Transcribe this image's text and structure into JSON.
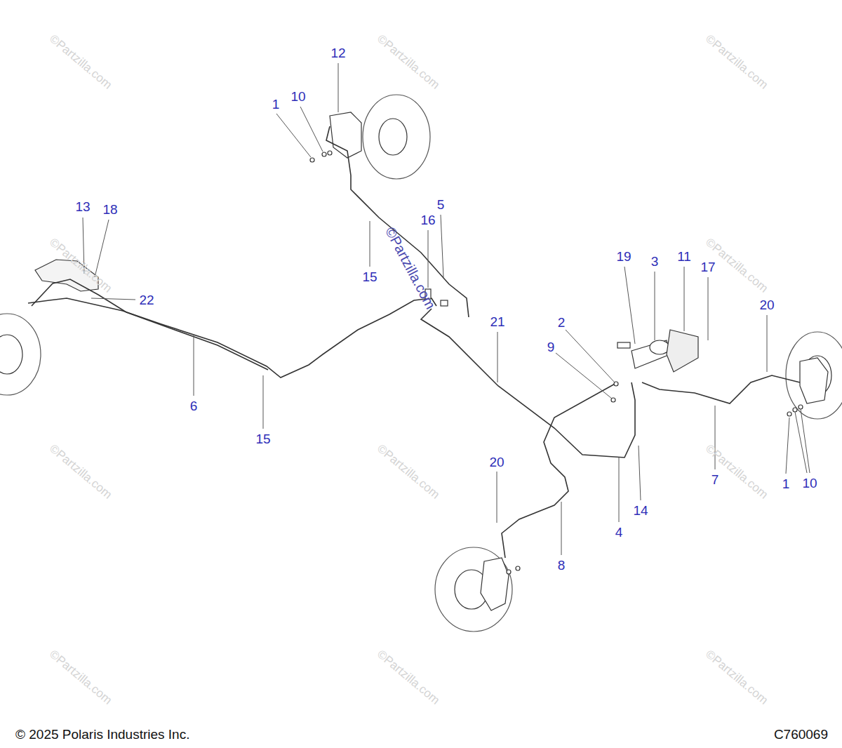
{
  "diagram": {
    "labels": [
      "12",
      "1",
      "10",
      "13",
      "18",
      "5",
      "16",
      "15",
      "22",
      "19",
      "3",
      "11",
      "17",
      "20",
      "21",
      "2",
      "9",
      "6",
      "15",
      "7",
      "1",
      "10",
      "20",
      "14",
      "4",
      "8",
      "©Partzilla.com",
      "©Partzilla.com",
      "©Partzilla.com",
      "©Partzilla.com",
      "©Partzilla.com",
      "©Partzilla.com",
      "©Partzilla.com",
      "©Partzilla.com",
      "©Partzilla.com",
      "©Partzilla.com",
      "©Partzilla.com",
      "©Partzilla.com",
      "© 2025 Polaris Industries Inc.",
      "C760069"
    ]
  }
}
